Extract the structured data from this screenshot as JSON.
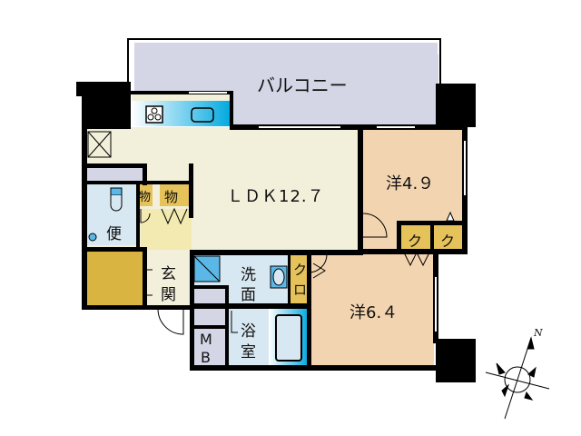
{
  "floorplan": {
    "rooms": {
      "balcony": {
        "label": "バルコニー"
      },
      "ldk": {
        "label": "ＬＤＫ12.７",
        "type": "LDK",
        "size_jo": "12.7"
      },
      "western_room_1": {
        "label": "洋4.９",
        "type": "洋室",
        "size_jo": "4.9"
      },
      "western_room_2": {
        "label": "洋6.４",
        "type": "洋室",
        "size_jo": "6.4"
      },
      "toilet": {
        "label": "便"
      },
      "entrance": {
        "label_line1": "玄",
        "label_line2": "関"
      },
      "washroom": {
        "label_line1": "洗",
        "label_line2": "面"
      },
      "bathroom": {
        "label_line1": "浴",
        "label_line2": "室"
      },
      "meter_box": {
        "label_line1": "M",
        "label_line2": "B"
      },
      "storage_1": {
        "label": "物"
      },
      "storage_2": {
        "label": "物"
      },
      "closet_washroom": {
        "label_line1": "ク",
        "label_line2": "ロ"
      },
      "closet_room1_a": {
        "label": "ク"
      },
      "closet_room1_b": {
        "label": "ク"
      }
    },
    "compass": {
      "north_label": "N"
    },
    "colors": {
      "balcony": "#d4d6e6",
      "ldk": "#f2f0da",
      "western_room": "#f2d5b0",
      "storage": "#e6c25a",
      "wet_area": "#d8e8f2",
      "fixture_blue": "#00a8e0",
      "wall": "#000000",
      "shoe_box": "#d9b440"
    }
  }
}
